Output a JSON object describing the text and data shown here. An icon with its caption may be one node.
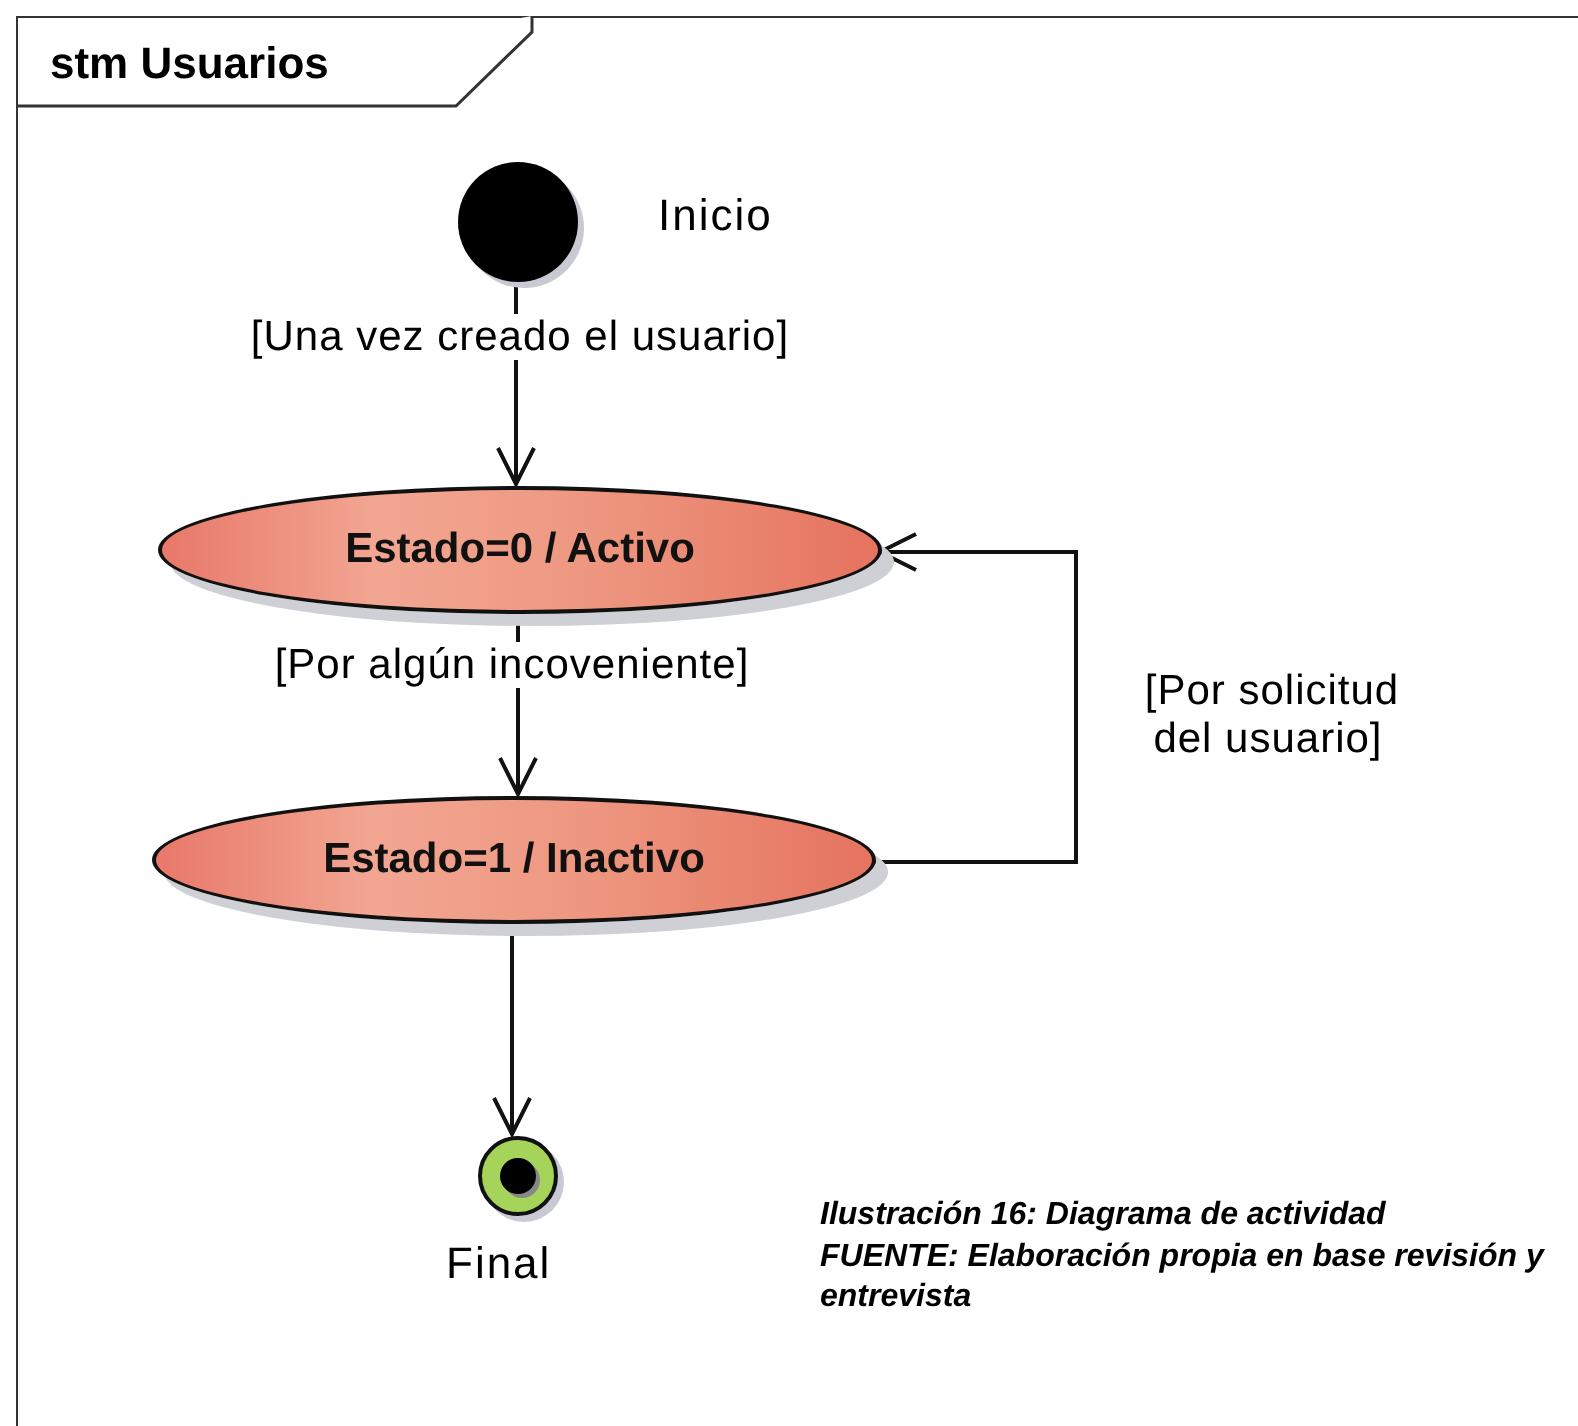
{
  "diagram": {
    "nodes": [
      {
        "text": [
          "stm Usuarios"
        ]
      },
      {
        "text": [],
        "shape": "circle",
        "in": 0,
        "beside": [
          "Inicio"
        ]
      },
      {
        "text": [
          "Estado=0 / Activo"
        ],
        "in": 0
      },
      {
        "text": [
          "Estado=1 / Inactivo"
        ],
        "in": 0
      },
      {
        "text": [],
        "shape": "circle",
        "in": 0,
        "beside": [
          "Final"
        ]
      }
    ],
    "edges": [
      {
        "from": 1,
        "to": 2,
        "arrow": "to",
        "label": "[Una vez creado el usuario]"
      },
      {
        "from": 2,
        "to": 3,
        "arrow": "to",
        "label": "[Por algún incoveniente]"
      },
      {
        "from": 3,
        "to": 2,
        "arrow": "to",
        "label": "[Por solicitud del usuario]"
      },
      {
        "from": 3,
        "to": 4,
        "arrow": "to"
      }
    ],
    "labels": [
      "Ilustración 16: Diagrama de actividad",
      "FUENTE: Elaboración propia en base revisión y entrevista"
    ]
  }
}
